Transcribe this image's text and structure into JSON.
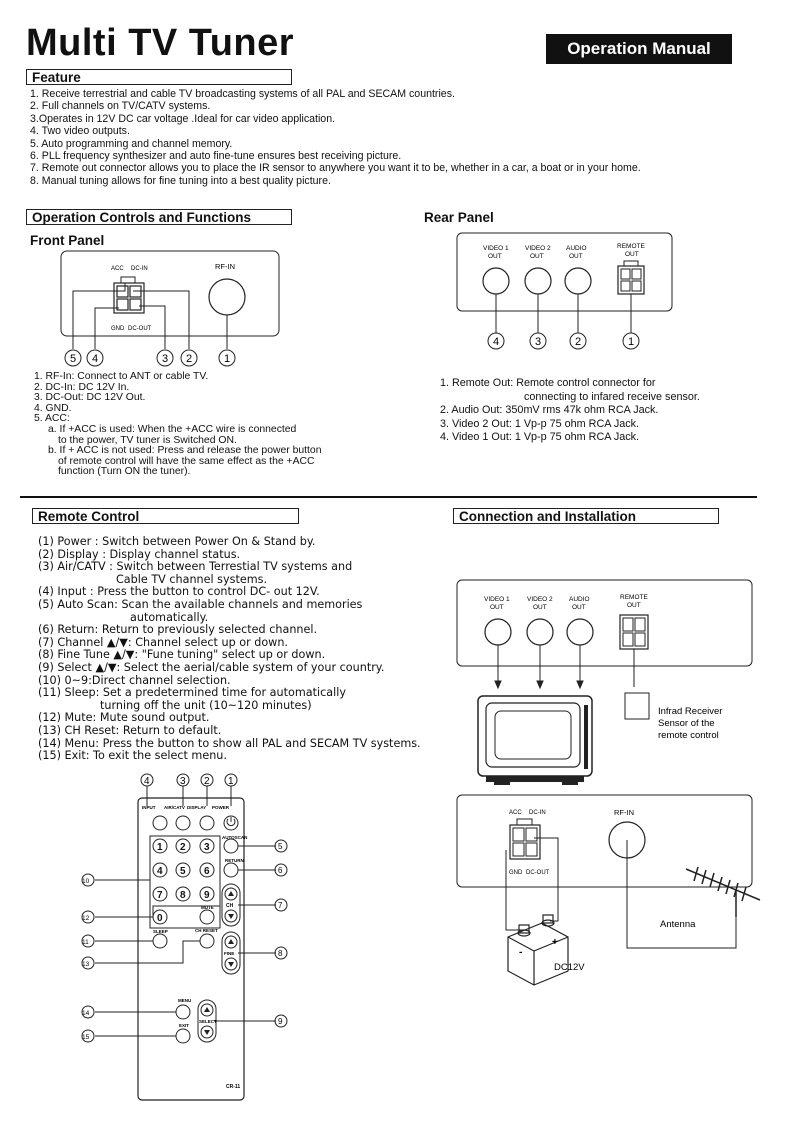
{
  "header": {
    "title": "Multi TV Tuner",
    "badge": "Operation Manual"
  },
  "feature": {
    "heading": "Feature",
    "items": [
      "1. Receive terrestrial and cable TV broadcasting systems of all PAL and SECAM countries.",
      "2. Full channels on TV/CATV systems.",
      "3.Operates in 12V DC car voltage .Ideal for car video application.",
      "4. Two video outputs.",
      "5. Auto programming and channel memory.",
      "6. PLL frequency synthesizer and auto fine-tune ensures best receiving picture.",
      "7. Remote out connector allows you to place the IR sensor to anywhere you want it to be, whether in a car, a boat or in your home.",
      "8. Manual tuning allows for fine tuning into a best quality picture."
    ]
  },
  "controls": {
    "heading": "Operation Controls and Functions",
    "front_panel": "Front Panel",
    "rear_panel": "Rear Panel",
    "front_items": [
      "1. RF-In: Connect to ANT or cable TV.",
      "2. DC-In: DC 12V In.",
      "3. DC-Out: DC 12V Out.",
      "4. GND.",
      "5. ACC:",
      "a. If +ACC is used: When the +ACC wire is connected",
      "to the power, TV tuner is Switched ON.",
      "b. If + ACC is not used: Press and release the power button",
      "of remote control will have the same effect as the +ACC",
      "function (Turn ON the tuner)."
    ],
    "rear_items": [
      "1. Remote Out: Remote control connector for",
      "connecting to infared receive sensor.",
      "2. Audio Out: 350mV rms 47k ohm RCA Jack.",
      "3. Video 2 Out: 1 Vp-p 75 ohm RCA Jack.",
      "4. Video 1 Out: 1 Vp-p 75 ohm RCA Jack."
    ],
    "labels": {
      "acc": "ACC",
      "dc_in": "DC-IN",
      "gnd": "GND",
      "dc_out": "DC-OUT",
      "rf_in": "RF-IN",
      "video1": "VIDEO 1",
      "video2": "VIDEO 2",
      "audio": "AUDIO",
      "remote": "REMOTE",
      "out": "OUT",
      "n1": "1",
      "n2": "2",
      "n3": "3",
      "n4": "4",
      "n5": "5"
    }
  },
  "remote": {
    "heading": "Remote Control",
    "items": [
      "(1) Power : Switch between Power On & Stand by.",
      "(2) Display : Display channel status.",
      "(3) Air/CATV : Switch between Terrestial TV systems and",
      "Cable TV channel systems.",
      "(4) Input : Press the button to control DC- out 12V.",
      "(5) Auto Scan: Scan the available channels and memories",
      "automatically.",
      "(6) Return: Return to previously selected channel.",
      "(7) Channel ▲/▼: Channel select up or down.",
      "(8) Fine Tune ▲/▼: \"Fune tuning\" select up or down.",
      "(9) Select ▲/▼: Select the aerial/cable system of your country.",
      "(10) 0~9:Direct channel selection.",
      "(11) Sleep: Set a predetermined time for automatically",
      "turning off the unit (10~120 minutes)",
      "(12) Mute: Mute sound output.",
      "(13) CH Reset: Return to default.",
      "(14) Menu: Press the button to show all PAL and SECAM TV systems.",
      "(15) Exit: To exit the select menu."
    ],
    "buttons": {
      "input": "INPUT",
      "air": "AIR/CATV",
      "display": "DISPLAY",
      "power": "POWER",
      "autoscan": "AUTOSCAN",
      "return": "RETURN",
      "ch": "CH",
      "mute": "MUTE",
      "sleep": "SLEEP",
      "chreset": "CH RESET",
      "fine": "FINE",
      "menu": "MENU",
      "exit": "EXIT",
      "select": "SELECT",
      "model": "CR-11",
      "k1": "1",
      "k2": "2",
      "k3": "3",
      "k4": "4",
      "k5": "5",
      "k6": "6",
      "k7": "7",
      "k8": "8",
      "k9": "9",
      "k0": "0"
    },
    "callouts": {
      "c1": "1",
      "c2": "2",
      "c3": "3",
      "c4": "4",
      "c5": "5",
      "c6": "6",
      "c7": "7",
      "c8": "8",
      "c9": "9",
      "c10": "10",
      "c11": "11",
      "c12": "12",
      "c13": "13",
      "c14": "14",
      "c15": "15"
    }
  },
  "connection": {
    "heading": "Connection and Installation",
    "ir_label_1": "Infrad Receiver",
    "ir_label_2": "Sensor of the",
    "ir_label_3": "remote control",
    "antenna": "Antenna",
    "dc": "DC12V"
  }
}
